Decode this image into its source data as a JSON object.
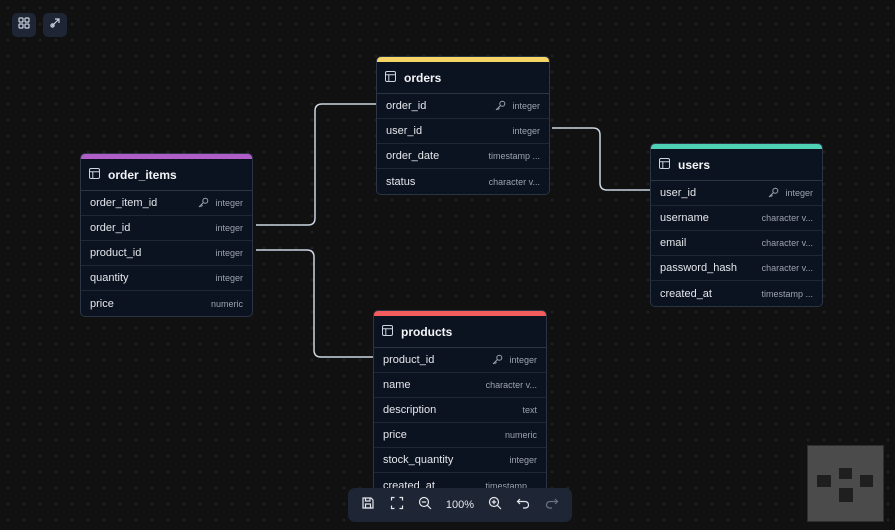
{
  "colors": {
    "orders_accent": "#f5d565",
    "users_accent": "#4fd1b5",
    "order_items_accent": "#b05ec8",
    "products_accent": "#f25c5c"
  },
  "topbar": {
    "left_icon": "grid-icon",
    "right_icon": "connection-icon"
  },
  "tables": {
    "orders": {
      "title": "orders",
      "rows": [
        {
          "name": "order_id",
          "type": "integer",
          "key": true
        },
        {
          "name": "user_id",
          "type": "integer",
          "key": false
        },
        {
          "name": "order_date",
          "type": "timestamp ...",
          "key": false
        },
        {
          "name": "status",
          "type": "character v...",
          "key": false
        }
      ]
    },
    "users": {
      "title": "users",
      "rows": [
        {
          "name": "user_id",
          "type": "integer",
          "key": true
        },
        {
          "name": "username",
          "type": "character v...",
          "key": false
        },
        {
          "name": "email",
          "type": "character v...",
          "key": false
        },
        {
          "name": "password_hash",
          "type": "character v...",
          "key": false
        },
        {
          "name": "created_at",
          "type": "timestamp ...",
          "key": false
        }
      ]
    },
    "order_items": {
      "title": "order_items",
      "rows": [
        {
          "name": "order_item_id",
          "type": "integer",
          "key": true
        },
        {
          "name": "order_id",
          "type": "integer",
          "key": false
        },
        {
          "name": "product_id",
          "type": "integer",
          "key": false
        },
        {
          "name": "quantity",
          "type": "integer",
          "key": false
        },
        {
          "name": "price",
          "type": "numeric",
          "key": false
        }
      ]
    },
    "products": {
      "title": "products",
      "rows": [
        {
          "name": "product_id",
          "type": "integer",
          "key": true
        },
        {
          "name": "name",
          "type": "character v...",
          "key": false
        },
        {
          "name": "description",
          "type": "text",
          "key": false
        },
        {
          "name": "price",
          "type": "numeric",
          "key": false
        },
        {
          "name": "stock_quantity",
          "type": "integer",
          "key": false
        },
        {
          "name": "created_at",
          "type": "timestamp ...",
          "key": false
        }
      ]
    }
  },
  "toolbar": {
    "zoom_label": "100%",
    "icons": [
      "save-icon",
      "fit-view-icon",
      "zoom-out-icon",
      "zoom-in-icon",
      "undo-icon",
      "redo-icon"
    ]
  }
}
